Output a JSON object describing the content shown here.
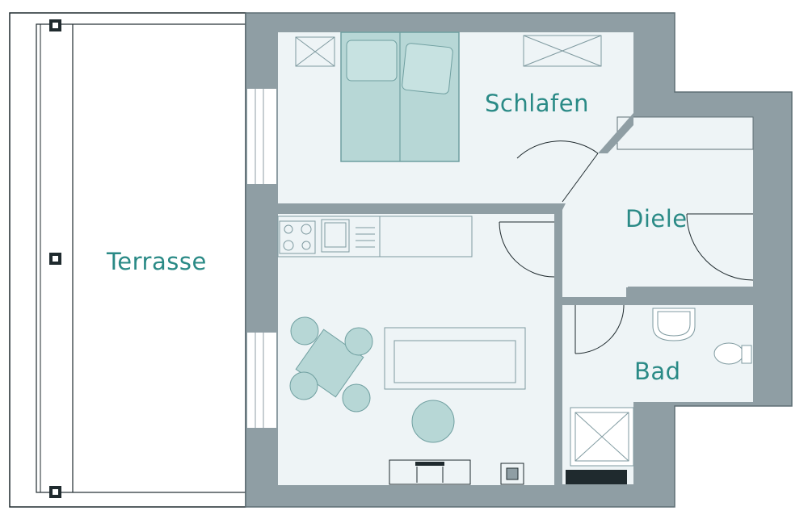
{
  "rooms": {
    "terrace": "Terrasse",
    "bedroom": "Schlafen",
    "hall": "Diele",
    "bath": "Bad"
  },
  "colors": {
    "wall": "#8f9ea4",
    "wall_edge": "#5f6f75",
    "floor": "#eef4f6",
    "label": "#2a8a86",
    "furniture_fill": "#b7d7d6",
    "furniture_stroke": "#6f9fa0",
    "line": "#1f2a2e"
  },
  "icons": [
    "bed-icon",
    "table-icon",
    "chair-icon",
    "stove-icon",
    "sink-icon",
    "sofa-icon",
    "washbasin-icon",
    "toilet-icon",
    "shower-icon",
    "door-swing-icon"
  ]
}
